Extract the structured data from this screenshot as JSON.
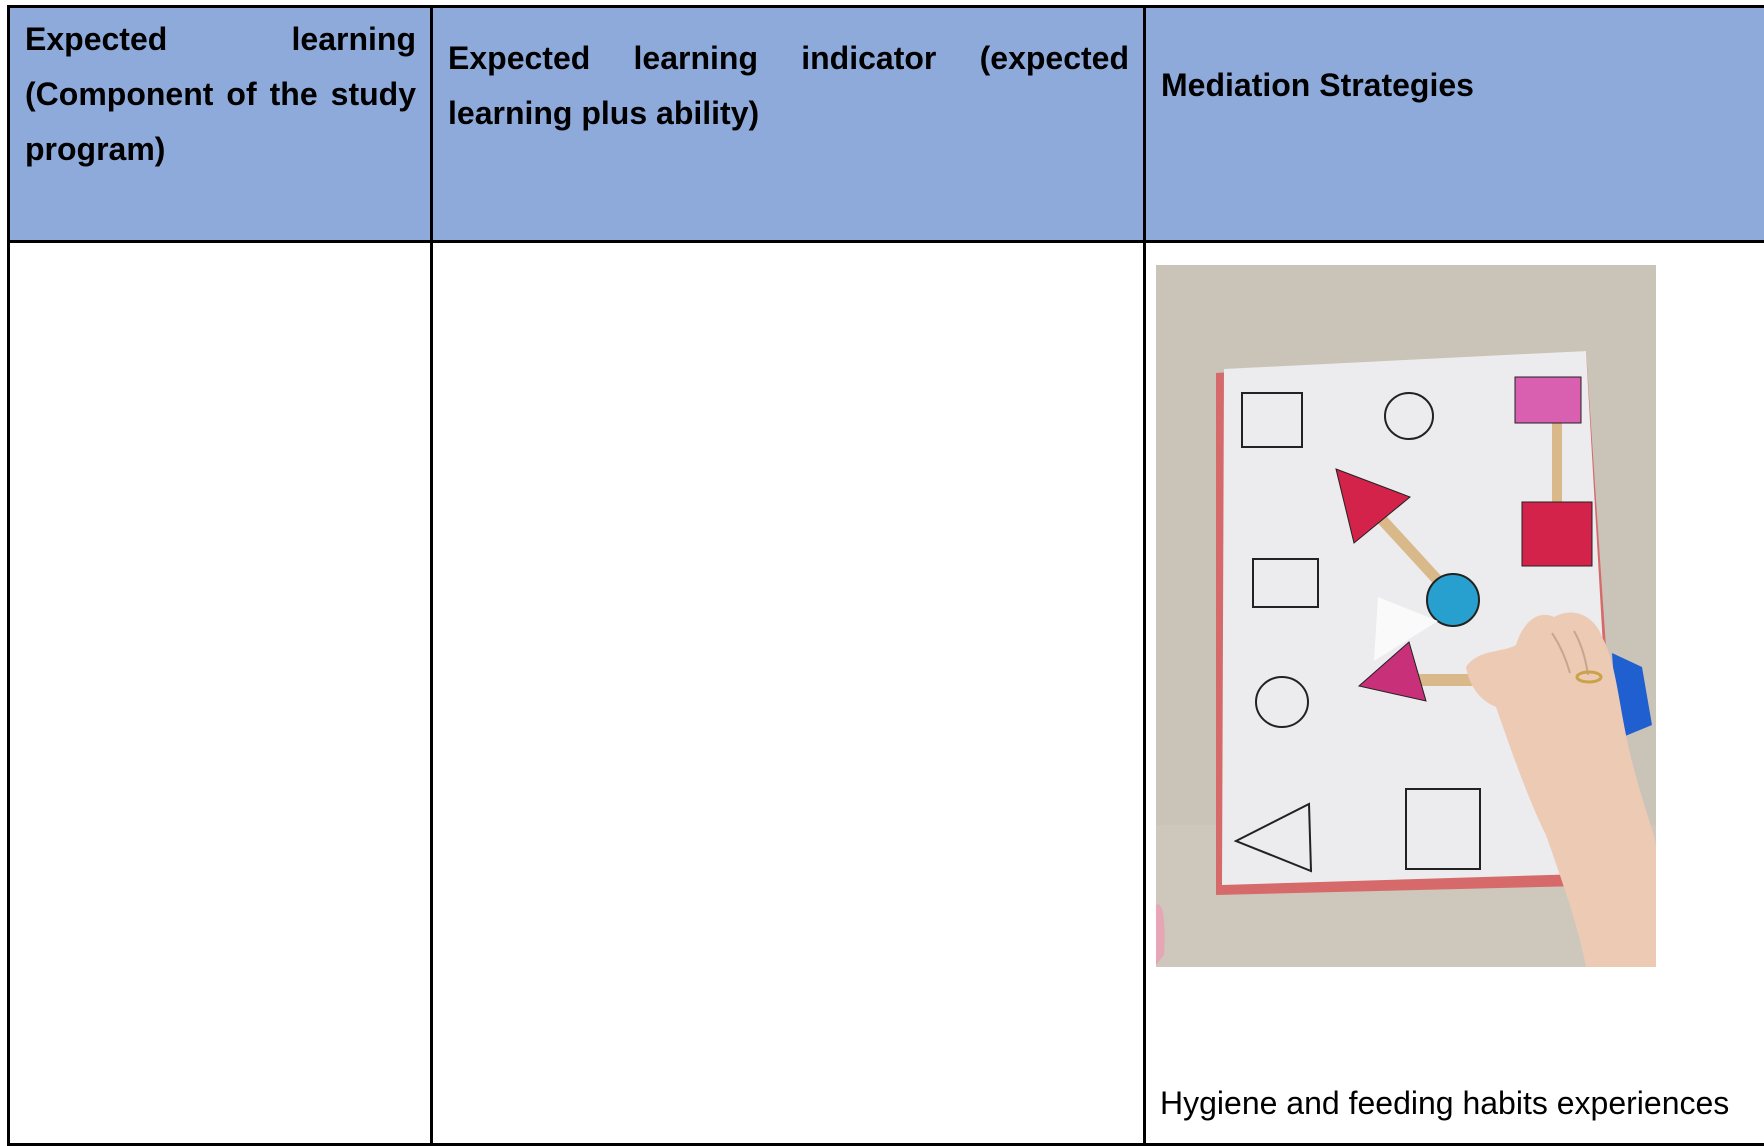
{
  "table": {
    "headers": [
      "Expected learning (Component of the study program)",
      "Expected learning indicator (expected learning plus ability)",
      "Mediation Strategies"
    ],
    "rows": [
      {
        "expected_learning": "",
        "indicator": "",
        "mediation": {
          "photo": "shape-matching-board-photo",
          "caption": "Hygiene and feeding habits experiences"
        }
      }
    ]
  },
  "colors": {
    "header_bg": "#8eaadb",
    "border": "#000000"
  }
}
